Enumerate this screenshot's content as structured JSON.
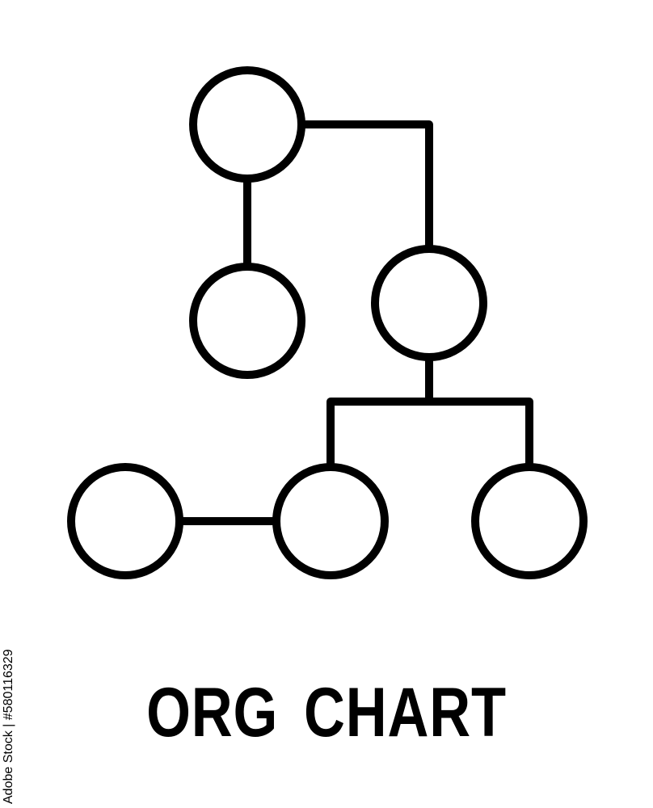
{
  "diagram": {
    "title": "ORG  CHART",
    "nodes": [
      {
        "id": "root"
      },
      {
        "id": "left-child"
      },
      {
        "id": "right-child"
      },
      {
        "id": "bottom-far-left"
      },
      {
        "id": "bottom-middle"
      },
      {
        "id": "bottom-right"
      }
    ],
    "edges": [
      {
        "from": "root",
        "to": "left-child"
      },
      {
        "from": "root",
        "to": "right-child"
      },
      {
        "from": "right-child",
        "to": "bottom-middle"
      },
      {
        "from": "right-child",
        "to": "bottom-right"
      },
      {
        "from": "bottom-far-left",
        "to": "bottom-middle"
      }
    ],
    "colors": {
      "stroke": "#000000",
      "fill": "#ffffff",
      "background": "#ffffff"
    }
  },
  "watermark": {
    "side_text": "Adobe Stock | #580116329"
  }
}
